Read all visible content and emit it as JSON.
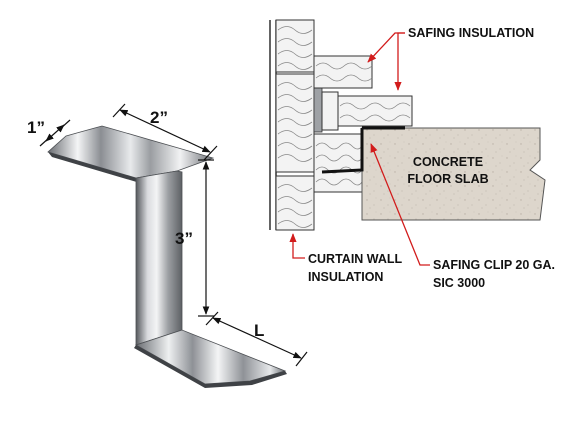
{
  "clip_dimensions": {
    "top_flange": "1”",
    "top_length": "2”",
    "web_height": "3”",
    "bottom_length": "L"
  },
  "section_labels": {
    "slab_line1": "CONCRETE",
    "slab_line2": "FLOOR SLAB"
  },
  "callouts": {
    "safing_insulation": "SAFING INSULATION",
    "curtain_wall_line1": "CURTAIN WALL",
    "curtain_wall_line2": "INSULATION",
    "safing_clip_line1": "SAFING CLIP 20 GA.",
    "safing_clip_line2": "SIC 3000"
  },
  "colors": {
    "leader": "#d21c1c",
    "slab_fill": "#ddd6cc",
    "insulation_fill": "#f3f3f3",
    "metal_dark": "#5f6266",
    "metal_light": "#f2f3f4"
  }
}
